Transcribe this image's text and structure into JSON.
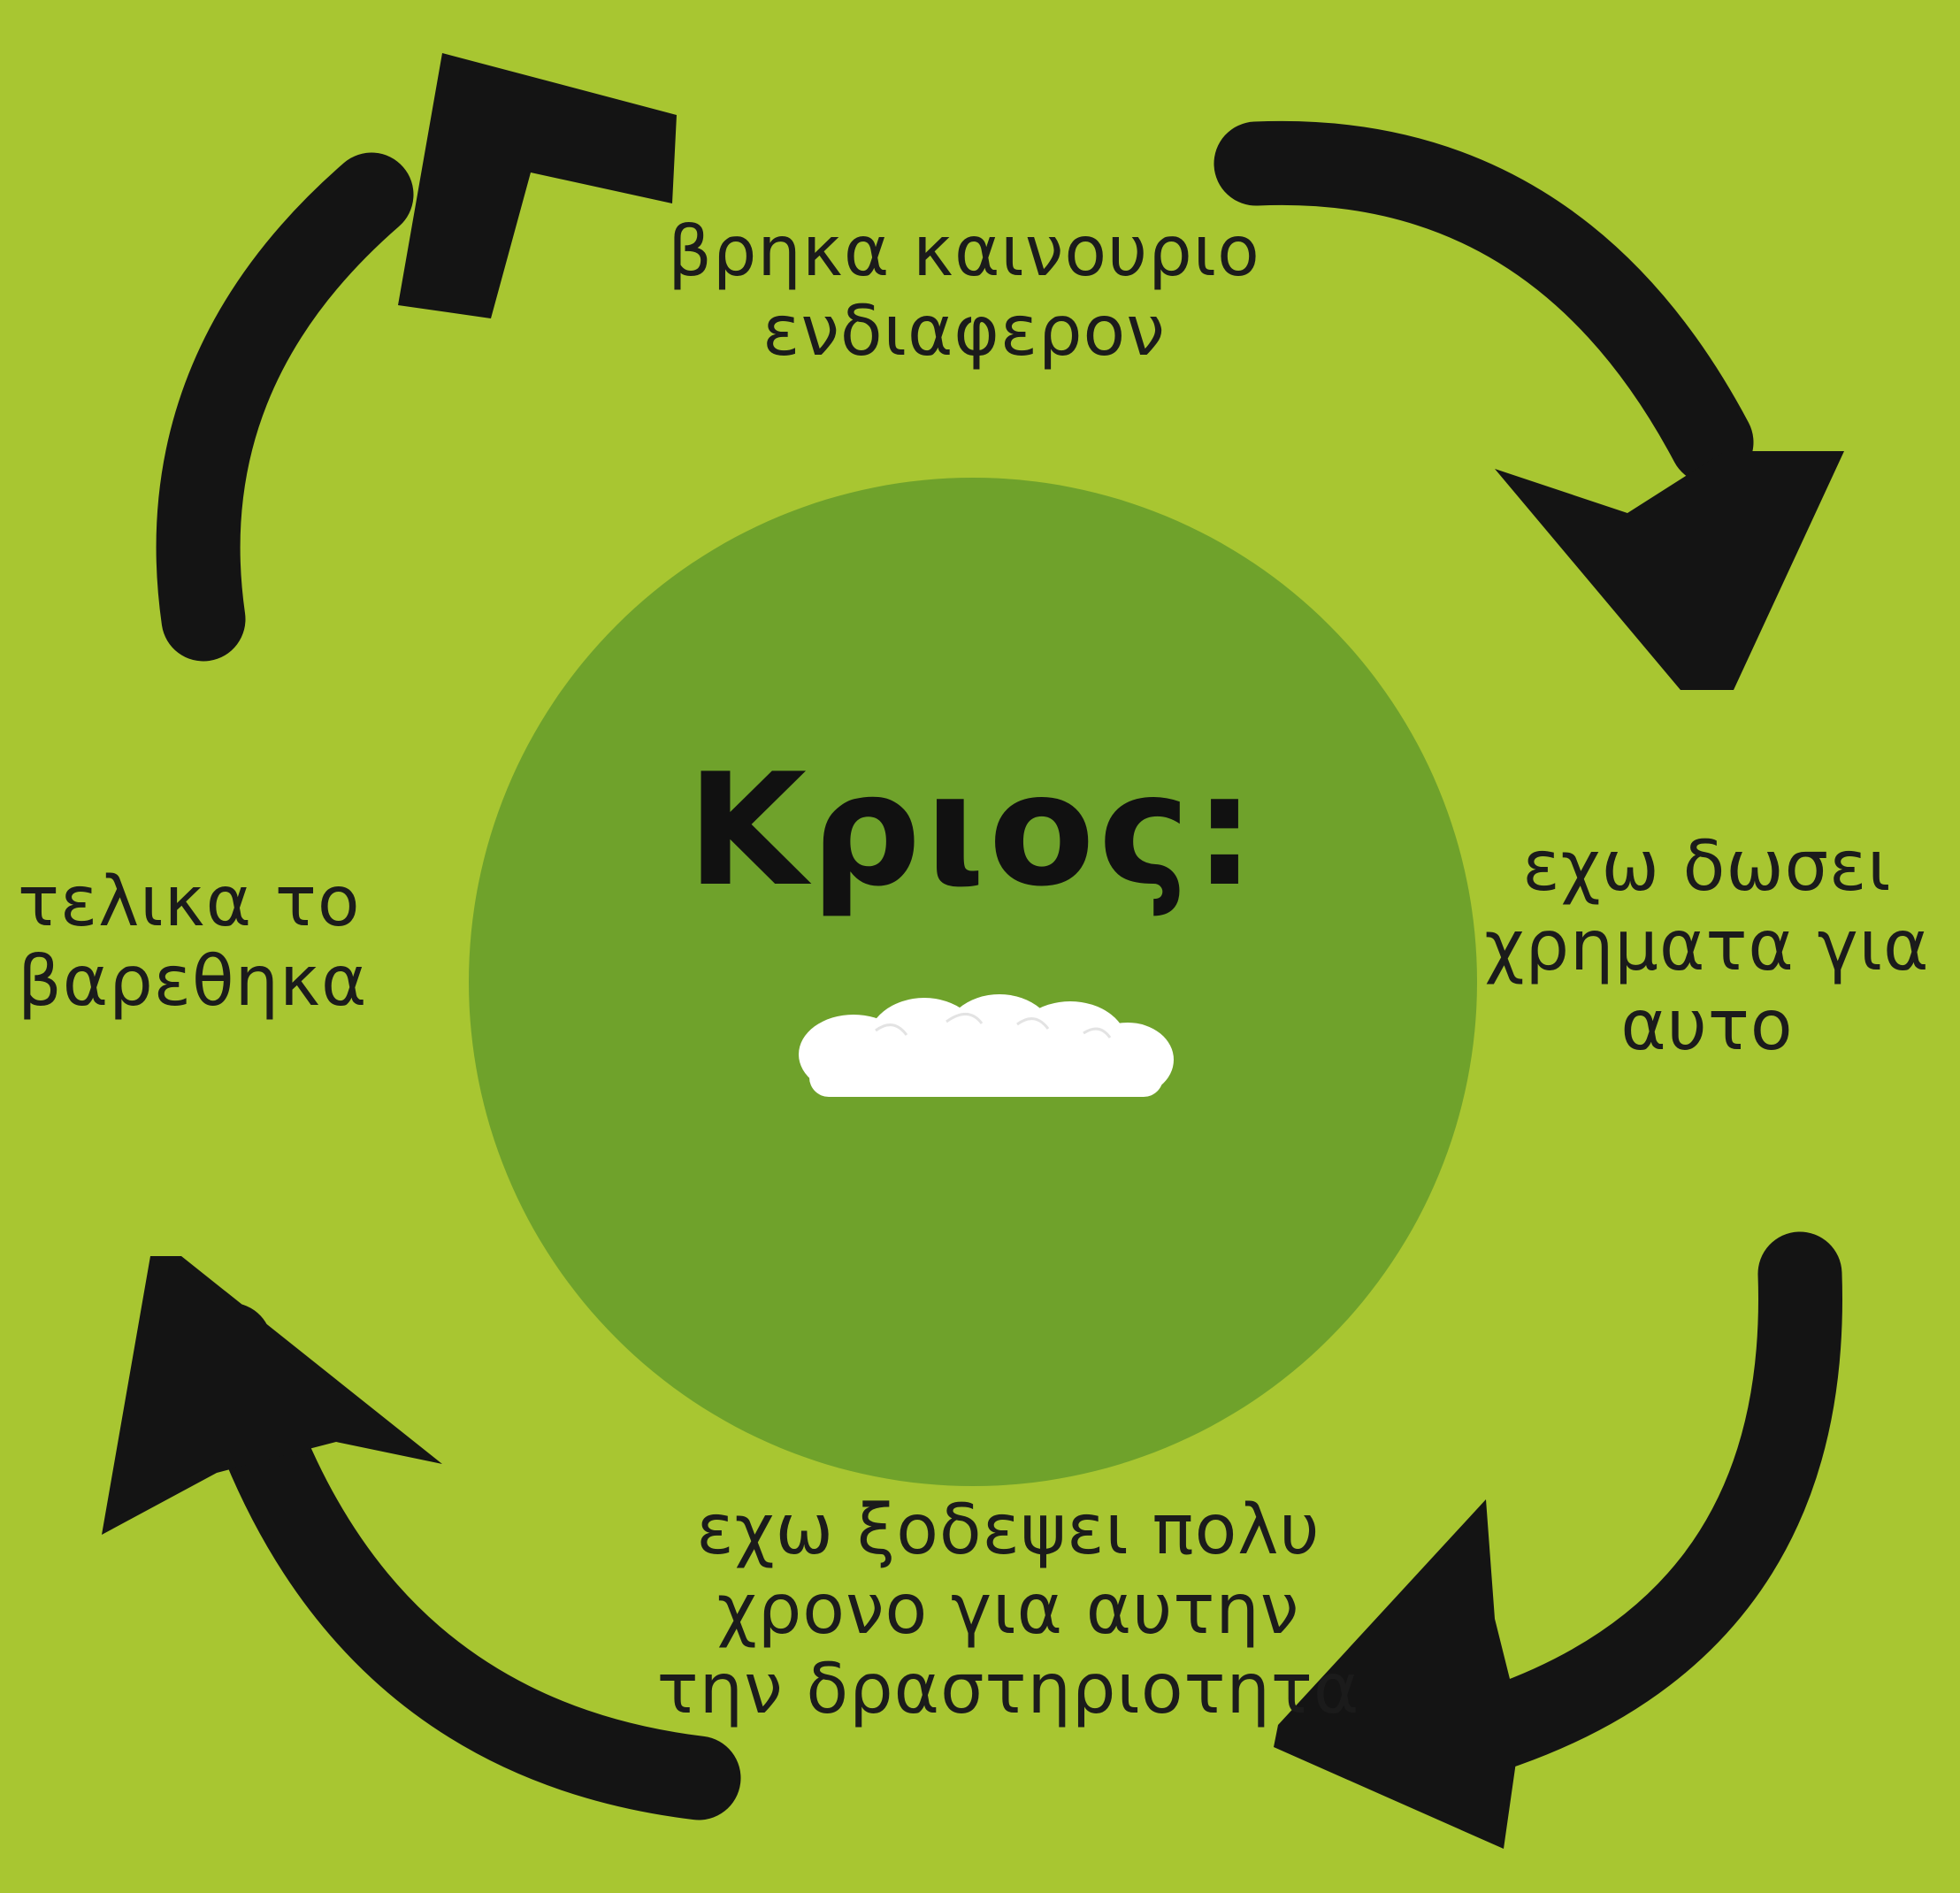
{
  "diagram": {
    "center_title": "Κριος:",
    "steps": [
      {
        "id": "top",
        "lines": [
          "βρηκα καινουριο",
          "ενδιαφερον"
        ]
      },
      {
        "id": "right",
        "lines": [
          "εχω δωσει",
          "χρηματα για",
          "αυτο"
        ]
      },
      {
        "id": "bottom",
        "lines": [
          "εχω ξοδεψει πολυ",
          "χρονο για αυτην",
          "την δραστηριοτητα"
        ]
      },
      {
        "id": "left",
        "lines": [
          "τελικα το",
          "βαρεθηκα"
        ]
      }
    ],
    "colors": {
      "background": "#a8c631",
      "circle": "#6fa22b",
      "arrow": "#141414",
      "text": "#1b1b1b",
      "scribble": "#ffffff"
    }
  }
}
